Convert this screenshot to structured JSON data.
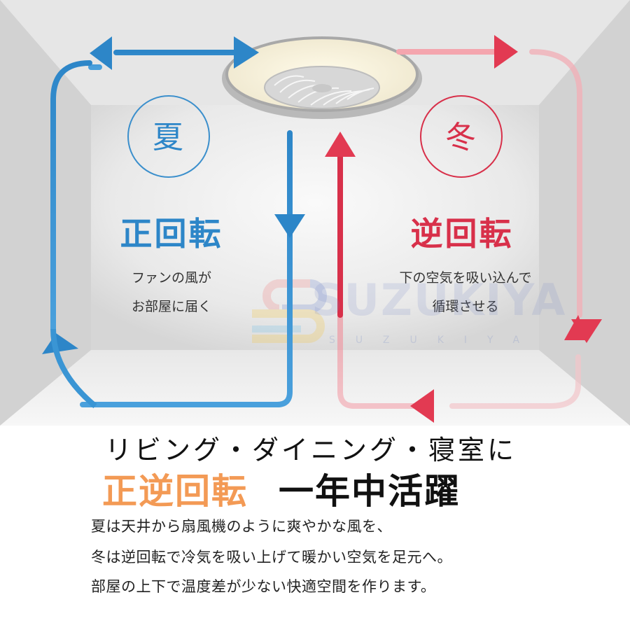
{
  "summer": {
    "season": "夏",
    "title": "正回転",
    "desc_line1": "ファンの風が",
    "desc_line2": "お部屋に届く"
  },
  "winter": {
    "season": "冬",
    "title": "逆回転",
    "desc_line1": "下の空気を吸い込んで",
    "desc_line2": "循環させる"
  },
  "watermark": {
    "text": "SUZUKIYA",
    "subtext": "SUZUKIYA"
  },
  "headline": "リビング・ダイニング・寝室に",
  "tagline": {
    "accent": "正逆回転",
    "main": "一年中活躍"
  },
  "body_lines": [
    "夏は天井から扇風機のように爽やかな風を、",
    "冬は逆回転で冷気を吸い上げて暖かい空気を足元へ。",
    "部屋の上下で温度差が少ない快適空間を作ります。"
  ],
  "colors": {
    "summer_blue": "#2d86c8",
    "winter_red": "#d8304a",
    "accent_orange": "#f39a55"
  }
}
